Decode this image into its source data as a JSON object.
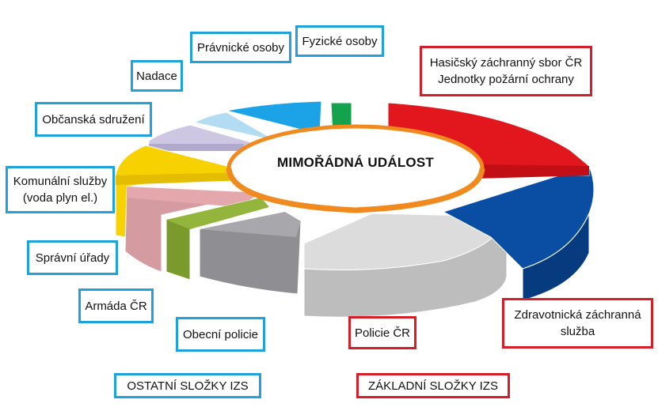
{
  "center": {
    "title": "MIMOŘÁDNÁ UDÁLOST"
  },
  "segments": [
    {
      "key": "hzs",
      "label": "Hasičský záchranný sbor ČR\nJednotky požární ochrany",
      "color": "#e2161d",
      "group": "basic"
    },
    {
      "key": "zzs",
      "label": "Zdravotnická záchranná\nslužba",
      "color": "#0a4ea4",
      "group": "basic"
    },
    {
      "key": "policie",
      "label": "Policie ČR",
      "color": "#cfcfcf",
      "group": "basic"
    },
    {
      "key": "obecni",
      "label": "Obecní policie",
      "color": "#8f8f93",
      "group": "other"
    },
    {
      "key": "armada",
      "label": "Armáda ČR",
      "color": "#7a9a2c",
      "group": "other"
    },
    {
      "key": "spravni",
      "label": "Správní úřady",
      "color": "#e4a7ac",
      "group": "other"
    },
    {
      "key": "komunalni",
      "label": "Komunální služby\n(voda plyn el.)",
      "color": "#f7d100",
      "group": "other"
    },
    {
      "key": "obcanska",
      "label": "Občanská sdružení",
      "color": "#cec7e4",
      "group": "other"
    },
    {
      "key": "nadace",
      "label": "Nadace",
      "color": "#b2dcf2",
      "group": "other"
    },
    {
      "key": "pravnicke",
      "label": "Právnické osoby",
      "color": "#1ca2e6",
      "group": "other"
    },
    {
      "key": "fyzicke",
      "label": "Fyzické osoby",
      "color": "#14a24c",
      "group": "other"
    }
  ],
  "legend": {
    "other": "OSTATNÍ SLOŽKY IZS",
    "basic": "ZÁKLADNÍ SLOŽKY IZS"
  },
  "colors": {
    "other_border": "#1fa2dc",
    "basic_border": "#d21f2a",
    "ring": "#f08a1e"
  }
}
